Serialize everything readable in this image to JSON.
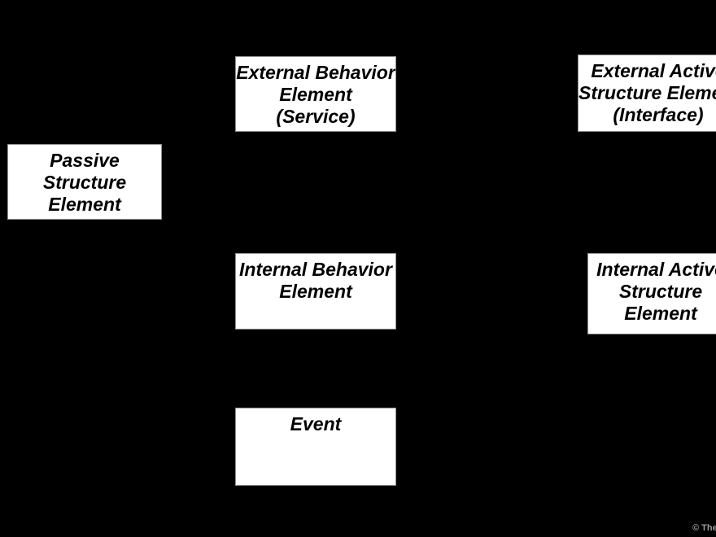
{
  "colors": {
    "background": "#000000",
    "box_fill": "#ffffff",
    "box_border": "#8f8f8f",
    "box_text": "#000000",
    "watermark_text_color": "#9a9a9a"
  },
  "boxes": {
    "external_behavior": {
      "lines": [
        "External Behavior",
        "Element",
        "(Service)"
      ]
    },
    "external_active": {
      "lines": [
        "External Active",
        "Structure Element",
        "(Interface)"
      ]
    },
    "passive_structure": {
      "lines": [
        "Passive",
        "Structure",
        "Element"
      ]
    },
    "internal_behavior": {
      "lines": [
        "Internal Behavior",
        "Element"
      ]
    },
    "internal_active": {
      "lines": [
        "Internal Active",
        "Structure",
        "Element"
      ]
    },
    "event": {
      "lines": [
        "Event"
      ]
    }
  },
  "watermark": {
    "text": "© The"
  }
}
